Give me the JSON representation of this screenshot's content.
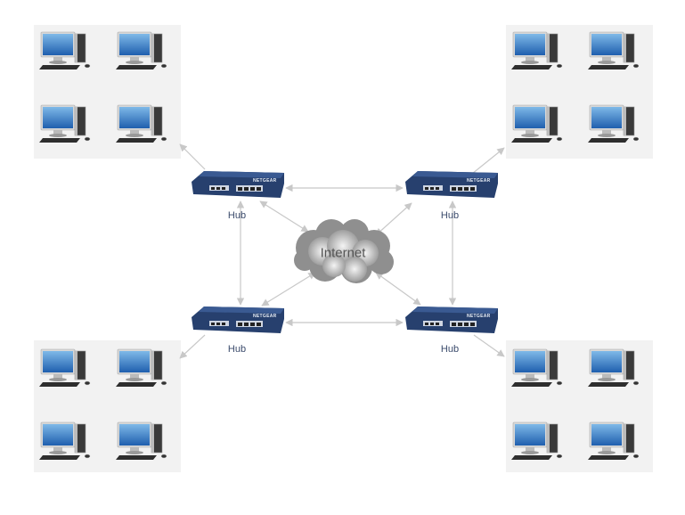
{
  "diagram": {
    "cloud_label": "Internet",
    "hubs": [
      {
        "label": "Hub",
        "brand": "NETGEAR"
      },
      {
        "label": "Hub",
        "brand": "NETGEAR"
      },
      {
        "label": "Hub",
        "brand": "NETGEAR"
      },
      {
        "label": "Hub",
        "brand": "NETGEAR"
      }
    ],
    "computers_per_group": 4,
    "colors": {
      "group_bg": "#f2f2f2",
      "connector": "#c8c8c8",
      "hub_body": "#27406e",
      "screen": "#3f86c9"
    }
  }
}
